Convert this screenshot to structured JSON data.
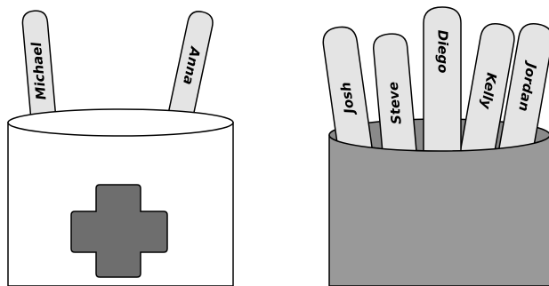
{
  "left_cup": {
    "sticks": [
      {
        "name": "Michael"
      },
      {
        "name": "Anna"
      }
    ]
  },
  "right_cup": {
    "sticks": [
      {
        "name": "Josh"
      },
      {
        "name": "Steve"
      },
      {
        "name": "Diego"
      },
      {
        "name": "Kelly"
      },
      {
        "name": "Jordan"
      }
    ]
  },
  "colors": {
    "stick_fill": "#e4e4e4",
    "white_cup": "#ffffff",
    "gray_cup": "#999999",
    "cross": "#6e6e6e"
  }
}
